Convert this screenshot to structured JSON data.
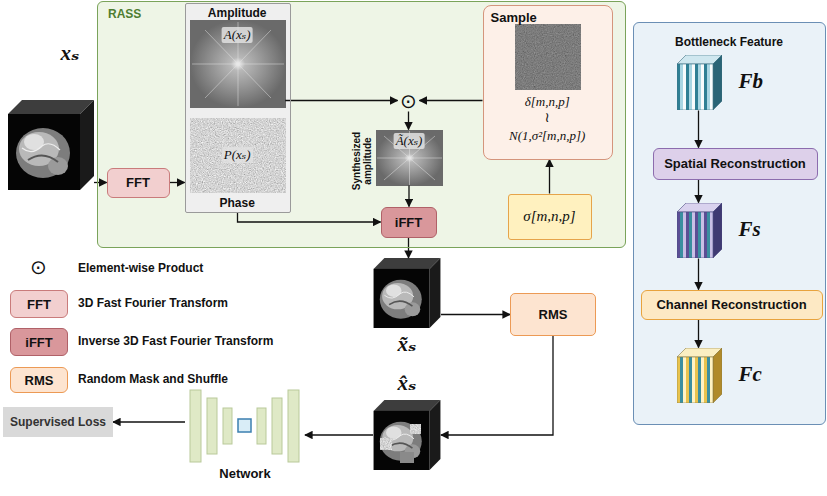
{
  "diagram": {
    "nodes": [
      {
        "text": [
          "RASS"
        ]
      },
      {
        "text": [
          "Amplitude",
          "Phase"
        ],
        "in": 0
      },
      {
        "text": [
          "A(xₛ)"
        ],
        "in": 1
      },
      {
        "text": [
          "P(xₛ)"
        ],
        "in": 1
      },
      {
        "text": [
          "Sample",
          "δ[m,n,p]",
          "≀",
          "N(1,σ²[m,n,p])"
        ],
        "in": 0
      },
      {
        "text": [
          "⊙"
        ],
        "in": 0
      },
      {
        "text": [
          "Ã(xₛ)"
        ],
        "in": 0
      },
      {
        "text": [
          "FFT"
        ],
        "in": 0
      },
      {
        "text": [
          "iFFT"
        ],
        "in": 0
      },
      {
        "text": [
          "σ[m,n,p]"
        ],
        "in": 0
      },
      {
        "text": [
          "xₛ"
        ]
      },
      {
        "text": [
          "x̃ₛ"
        ]
      },
      {
        "text": [
          "RMS"
        ]
      },
      {
        "text": [
          "x̂ₛ"
        ]
      },
      {
        "text": [
          "Network"
        ]
      },
      {
        "text": [
          "Supervised Loss"
        ]
      },
      {
        "text": [
          "Bottleneck Feature"
        ]
      },
      {
        "text": [
          "Fb"
        ],
        "in": 16
      },
      {
        "text": [
          "Spatial Reconstruction"
        ],
        "in": 16
      },
      {
        "text": [
          "Fs"
        ],
        "in": 16
      },
      {
        "text": [
          "Channel Reconstruction"
        ],
        "in": 16
      },
      {
        "text": [
          "Fc"
        ],
        "in": 16
      }
    ],
    "edges": [
      {
        "from": 10,
        "to": 7,
        "arrow": "to"
      },
      {
        "from": 7,
        "to": 1,
        "arrow": "to"
      },
      {
        "from": 2,
        "to": 5,
        "arrow": "to"
      },
      {
        "from": 4,
        "to": 5,
        "arrow": "to"
      },
      {
        "from": 9,
        "to": 4,
        "arrow": "to"
      },
      {
        "from": 5,
        "to": 6,
        "arrow": "to"
      },
      {
        "from": 6,
        "to": 8,
        "arrow": "to"
      },
      {
        "from": 1,
        "to": 8,
        "arrow": "to"
      },
      {
        "from": 8,
        "to": 11,
        "arrow": "to"
      },
      {
        "from": 11,
        "to": 12,
        "arrow": "to"
      },
      {
        "from": 12,
        "to": 13,
        "arrow": "to"
      },
      {
        "from": 13,
        "to": 14,
        "arrow": "to"
      },
      {
        "from": 14,
        "to": 15,
        "arrow": "to"
      },
      {
        "from": 17,
        "to": 18,
        "arrow": "to"
      },
      {
        "from": 18,
        "to": 19,
        "arrow": "to"
      },
      {
        "from": 19,
        "to": 20,
        "arrow": "to"
      },
      {
        "from": 20,
        "to": 21,
        "arrow": "to"
      }
    ],
    "labels": [
      "Synthesized amplitude",
      "⊙",
      "FFT",
      "iFFT",
      "RMS"
    ],
    "legend": [
      {
        "text": "Element-wise Product"
      },
      {
        "text": "3D Fast Fourier Transform",
        "color": "#f2cfcf"
      },
      {
        "text": "Inverse 3D Fast Fourier Transform",
        "color": "#d9979b"
      },
      {
        "text": "Random Mask and Shuffle",
        "color": "#fde4d0"
      }
    ]
  }
}
